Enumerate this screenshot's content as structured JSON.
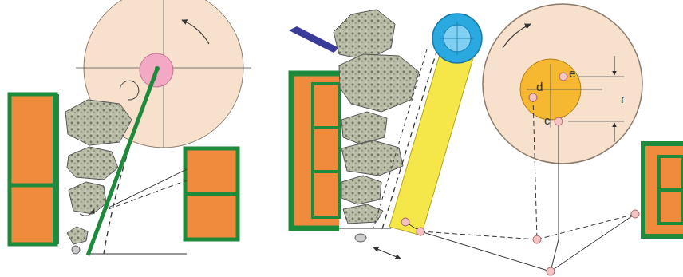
{
  "diagram": {
    "labels": [
      "d",
      "e",
      "c",
      "r"
    ]
  }
}
